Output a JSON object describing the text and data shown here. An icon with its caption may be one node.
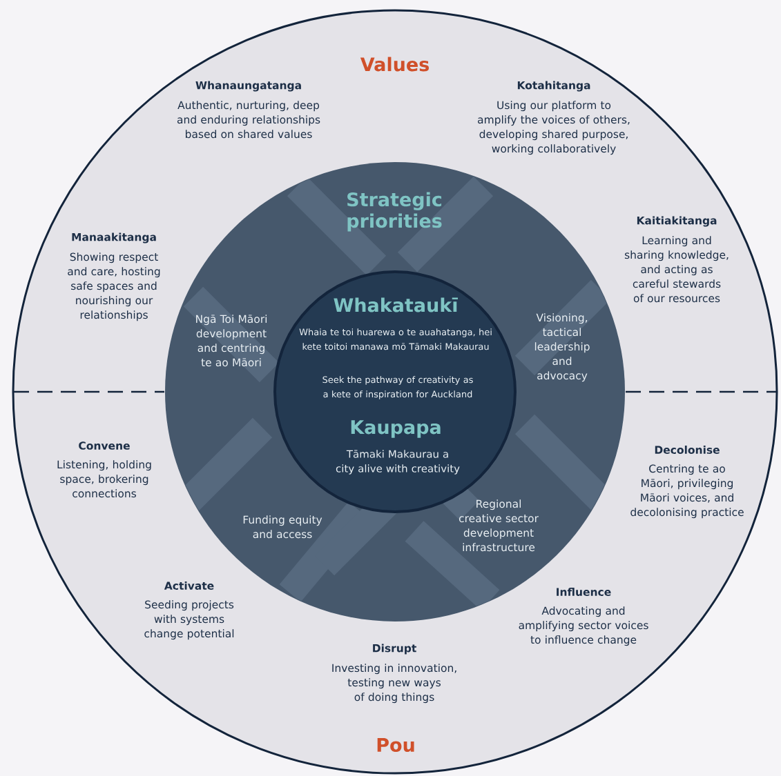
{
  "diagram": {
    "nodes": [
      {
        "text": [
          "Values",
          "Whanaungatanga",
          "Authentic, nurturing, deep and enduring relationships based on shared values",
          "Kotahitanga",
          "Using our platform to amplify the voices of others, developing shared purpose, working collaboratively",
          "Manaakitanga",
          "Showing respect and care, hosting safe spaces and nourishing our relationships",
          "Kaitiakitanga",
          "Learning and sharing knowledge, and acting as careful stewards of our resources",
          "Convene",
          "Listening, holding space, brokering connections",
          "Decolonise",
          "Centring te ao Māori, privileging Māori voices, and decolonising practice",
          "Activate",
          "Seeding projects with systems change potential",
          "Influence",
          "Advocating and amplifying sector voices to influence change",
          "Disrupt",
          "Investing in innovation, testing new ways of doing things",
          "Pou"
        ]
      },
      {
        "text": [
          "Strategic priorities",
          "Ngā Toi Māori development and centring te ao Māori",
          "Visioning, tactical leadership and advocacy",
          "Funding equity and access",
          "Regional creative sector development infrastructure"
        ],
        "in": 0
      },
      {
        "text": [
          "Whakataukī",
          "Whaia te toi huarewa o te auahatanga, hei kete toitoi manawa mō Tāmaki Makaurau",
          "Seek the pathway of creativity as a kete of inspiration for Auckland",
          "Kaupapa",
          "Tāmaki Makaurau a city alive with creativity"
        ],
        "in": 1
      }
    ]
  }
}
